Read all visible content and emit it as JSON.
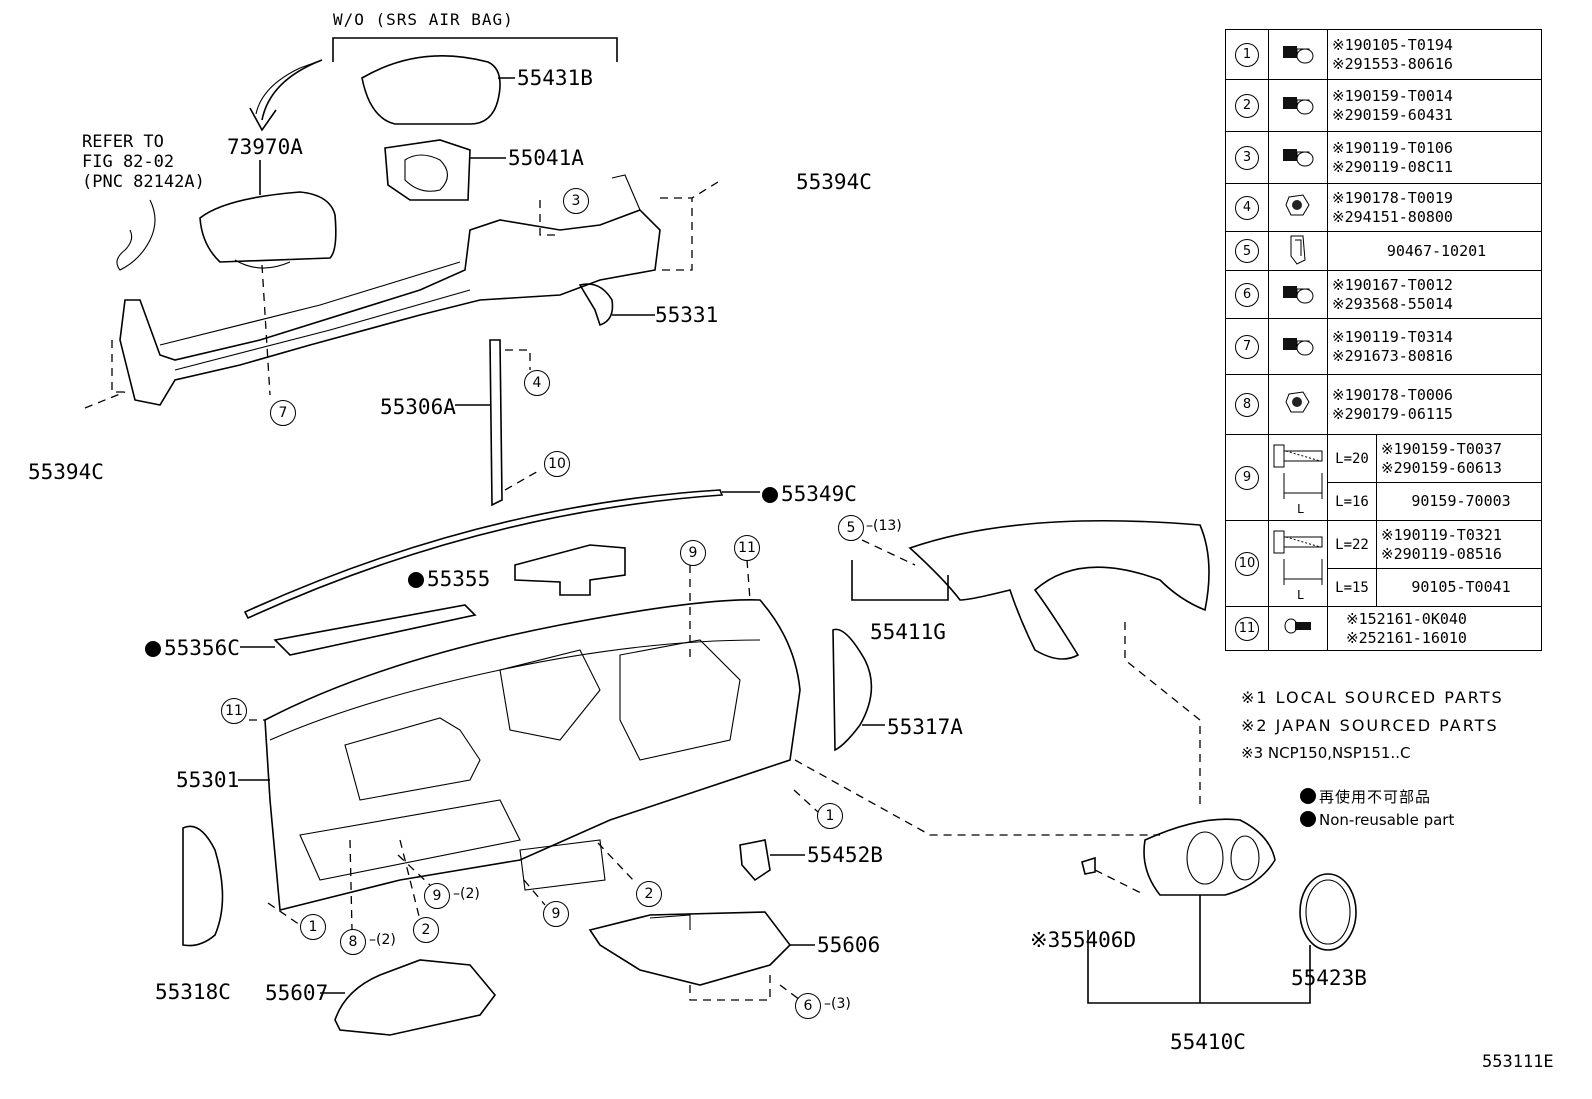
{
  "header_note": "W/O (SRS  AIR BAG)",
  "refer": {
    "line1": "REFER TO",
    "line2": "FIG 82-02",
    "line3": "(PNC 82142A)"
  },
  "labels": {
    "p55431B": "55431B",
    "p73970A": "73970A",
    "p55041A": "55041A",
    "p55394C_top": "55394C",
    "p55394C_left": "55394C",
    "p55331": "55331",
    "p55306A": "55306A",
    "p55349C": "55349C",
    "p55355": "55355",
    "p55356C": "55356C",
    "p55411G": "55411G",
    "p55317A": "55317A",
    "p55301": "55301",
    "p55452B": "55452B",
    "p55318C": "55318C",
    "p55607": "55607",
    "p55606": "55606",
    "p55406D": "※355406D",
    "p55423B": "55423B",
    "p55410C": "55410C"
  },
  "callouts": {
    "c3": "3",
    "c7": "7",
    "c4": "4",
    "c10": "10",
    "c9a": "9",
    "c11a": "11",
    "c5": "5",
    "c5q": "(13)",
    "c11b": "11",
    "c1a": "1",
    "c1b": "1",
    "c2a": "2",
    "c2b": "2",
    "c9b": "9",
    "c9bq": "(2)",
    "c9c": "9",
    "c8": "8",
    "c8q": "(2)",
    "c6": "6",
    "c6q": "(3)"
  },
  "parts_table": [
    {
      "num": "1",
      "icon": "flange-bolt-icon",
      "pn1": "※190105-T0194",
      "pn2": "※291553-80616"
    },
    {
      "num": "2",
      "icon": "flange-bolt-icon",
      "pn1": "※190159-T0014",
      "pn2": "※290159-60431"
    },
    {
      "num": "3",
      "icon": "flange-bolt-icon",
      "pn1": "※190119-T0106",
      "pn2": "※290119-08C11"
    },
    {
      "num": "4",
      "icon": "nut-icon",
      "pn1": "※190178-T0019",
      "pn2": "※294151-80800"
    },
    {
      "num": "5",
      "icon": "clip-icon",
      "pn1": "90467-10201",
      "pn2": ""
    },
    {
      "num": "6",
      "icon": "flange-bolt-icon",
      "pn1": "※190167-T0012",
      "pn2": "※293568-55014"
    },
    {
      "num": "7",
      "icon": "flange-bolt-icon",
      "pn1": "※190119-T0314",
      "pn2": "※291673-80816"
    },
    {
      "num": "8",
      "icon": "nut-icon",
      "pn1": "※190178-T0006",
      "pn2": "※290179-06115"
    }
  ],
  "parts_table_long": [
    {
      "num": "9",
      "icon": "long-bolt-icon",
      "dim": "L",
      "rows": [
        {
          "len": "L=20",
          "pn1": "※190159-T0037",
          "pn2": "※290159-60613"
        },
        {
          "len": "L=16",
          "pn1": "90159-70003",
          "pn2": ""
        }
      ]
    },
    {
      "num": "10",
      "icon": "long-bolt-icon",
      "dim": "L",
      "rows": [
        {
          "len": "L=22",
          "pn1": "※190119-T0321",
          "pn2": "※290119-08516"
        },
        {
          "len": "L=15",
          "pn1": "90105-T0041",
          "pn2": ""
        }
      ]
    }
  ],
  "parts_table_last": {
    "num": "11",
    "icon": "stud-icon",
    "pn1": "※152161-0K040",
    "pn2": "※252161-16010"
  },
  "legend": {
    "n1": "※1 LOCAL SOURCED PARTS",
    "n2": "※2 JAPAN SOURCED PARTS",
    "n3": "※3 NCP150,NSP151..C",
    "jp": "再使用不可部品",
    "en": "Non-reusable part"
  },
  "figure_id": "553111E"
}
